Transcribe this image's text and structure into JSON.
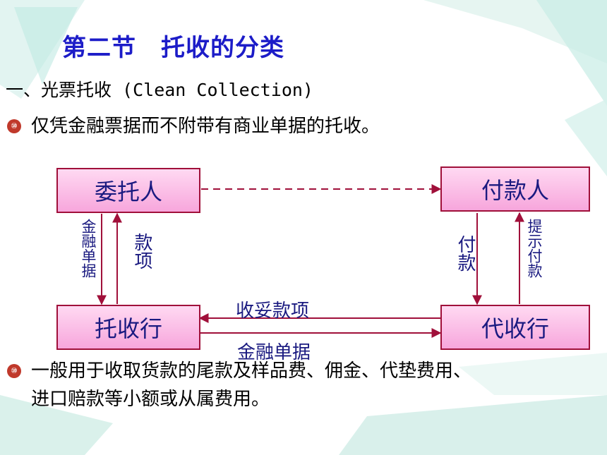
{
  "title": "第二节　托收的分类",
  "section_heading": "一、光票托收 (Clean Collection)",
  "bullets": [
    {
      "lines": [
        "仅凭金融票据而不附带有商业单据的托收。"
      ]
    },
    {
      "lines": [
        "一般用于收取货款的尾款及样品费、佣金、代垫费用、",
        "进口赔款等小额或从属费用。"
      ]
    }
  ],
  "diagram": {
    "nodes": {
      "principal": "委托人",
      "drawee": "付款人",
      "remitting_bank": "托收行",
      "collecting_bank": "代收行"
    },
    "edges": {
      "principal_to_remitting": "金融单据",
      "remitting_to_principal": "款项",
      "drawee_to_collecting": "付款",
      "collecting_to_drawee": "提示付款",
      "collecting_to_remitting": "收妥款项",
      "remitting_to_collecting": "金融单据"
    }
  },
  "colors": {
    "title": "#1c1cc8",
    "box_border": "#a0103a",
    "arrow": "#a0103a",
    "bullet": "#c0392b"
  }
}
